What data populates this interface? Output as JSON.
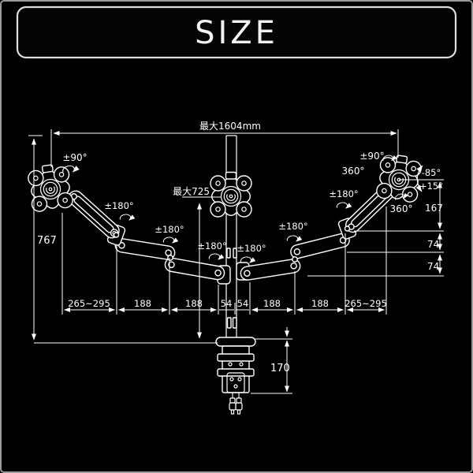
{
  "title": "SIZE",
  "drawing": {
    "background": "#000000",
    "line_color": "#ffffff",
    "labels": {
      "max_width": "最大1604mm",
      "max_pole_height": "最大725",
      "total_height": "767",
      "head_to_arm": "167",
      "arm_drop_upper": "74",
      "arm_drop_lower": "74",
      "clamp_range": "170",
      "tilt_up": "-85°",
      "tilt_down": "+15°",
      "vesa_rotate_left": "±90°",
      "vesa_rotate_right": "±90°",
      "head_swivel_top": "360°",
      "head_swivel_bottom": "360°",
      "swivel_left_1": "±180°",
      "swivel_left_2": "±180°",
      "swivel_left_3": "±180°",
      "swivel_right_1": "±180°",
      "swivel_right_2": "±180°",
      "swivel_right_3": "±180°",
      "bottom_segments": [
        "265~295",
        "188",
        "188",
        "54",
        "54",
        "188",
        "188",
        "265~295"
      ]
    }
  }
}
